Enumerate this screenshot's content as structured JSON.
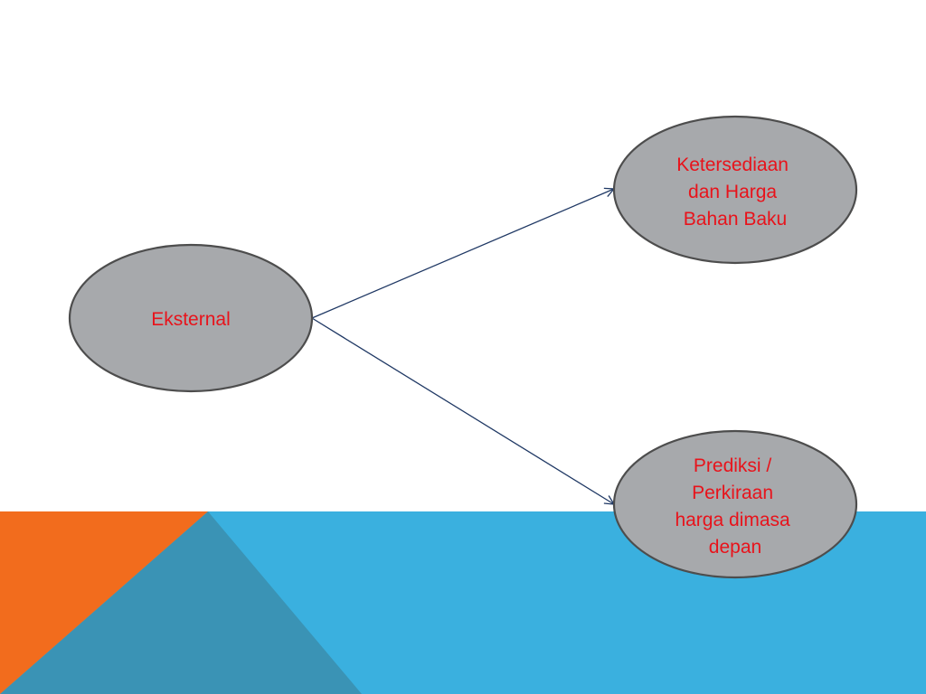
{
  "colors": {
    "background": "#ffffff",
    "band_blue": "#3ab0df",
    "band_teal": "#3a93b5",
    "band_orange": "#f26c1d",
    "node_fill": "#a7a9ac",
    "node_stroke": "#4d4d4d",
    "node_text": "#e8131b",
    "arrow": "#1f3864"
  },
  "diagram": {
    "source": {
      "lines": [
        "Eksternal"
      ]
    },
    "targets": [
      {
        "lines": [
          "Ketersediaan",
          "dan Harga",
          "Bahan Baku"
        ]
      },
      {
        "lines": [
          "Prediksi /",
          "Perkiraan",
          "harga dimasa",
          "depan"
        ]
      }
    ]
  }
}
